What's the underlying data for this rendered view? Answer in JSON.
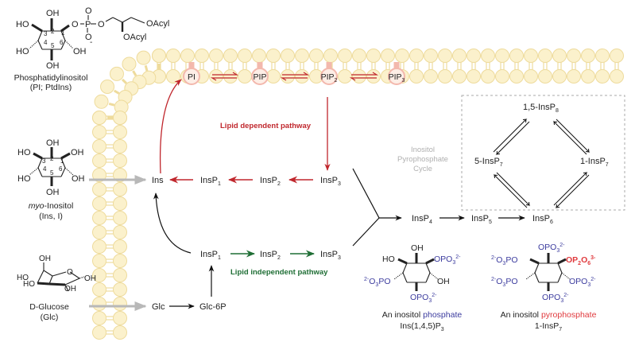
{
  "colors": {
    "membrane_fill": "#fbf1cc",
    "membrane_stroke": "#eedb9c",
    "lipid_dependent": "#c0272d",
    "lipid_independent": "#1f6e35",
    "phosphate_blue": "#3b3b9e",
    "pyrophosphate_red": "#e03a3e",
    "cycle_label_gray": "#b0b0b0",
    "cycle_box_border": "#aaaaaa",
    "transport_arrow_gray": "#b8b8b8",
    "text": "#222222",
    "pip_highlight": "#f3b8ad"
  },
  "structures": {
    "phosphatidylinositol": {
      "name": "Phosphatidylinositol",
      "abbr": "(PI; PtdIns)",
      "substituents": {
        "oh_top": "OH",
        "ho_left": "HO",
        "ho_left_low": "HO",
        "oh_right": "OH",
        "oh_bottom": "OH",
        "phosphate_o1": "O",
        "phosphate_p": "P",
        "phosphate_o_top": "O",
        "phosphate_o_bottom": "O",
        "phosphate_charge": "-",
        "phosphate_o2": "O",
        "acyl1": "OAcyl",
        "acyl2": "OAcyl"
      },
      "ring_numbers": [
        "1",
        "2",
        "3",
        "4",
        "5",
        "6"
      ]
    },
    "myo_inositol": {
      "name_italic": "myo",
      "name_rest": "-Inositol",
      "abbr": "(Ins, I)",
      "substituents": {
        "oh_top": "OH",
        "ho_left": "HO",
        "oh_right": "OH",
        "ho_left_low": "HO",
        "oh_right_low": "OH",
        "oh_bottom": "OH"
      },
      "ring_numbers": [
        "1",
        "2",
        "3",
        "4",
        "5",
        "6"
      ]
    },
    "glucose": {
      "name": "D-Glucose",
      "abbr": "(Glc)",
      "substituents": {
        "oh_top": "OH",
        "ring_o": "O",
        "ho1": "HO",
        "ho2": "HO",
        "oh_right": "OH",
        "oh_bottom": "OH"
      }
    },
    "ins145p3": {
      "caption_prefix": "An inositol ",
      "caption_highlight": "phosphate",
      "name": "Ins(1,4,5)P",
      "name_sub": "3",
      "substituents": {
        "oh_top": "OH",
        "ho_left": "HO",
        "opo3_right": "OPO",
        "opo3_left": "O",
        "oh_right_low": "OH",
        "opo3_bottom": "OPO"
      }
    },
    "insp7_1": {
      "caption_prefix": "An inositol ",
      "caption_highlight": "pyrophosphate",
      "name": "1-InsP",
      "name_sub": "7",
      "pyro_group": "OP",
      "pyro_sub1": "2",
      "pyro_o": "O",
      "pyro_sub2": "6",
      "pyro_charge": "3-"
    }
  },
  "membrane_lipids": [
    {
      "base": "PI",
      "sub": ""
    },
    {
      "base": "PIP",
      "sub": ""
    },
    {
      "base": "PIP",
      "sub": "2"
    },
    {
      "base": "PIP",
      "sub": "3"
    }
  ],
  "pathways": {
    "lipid_dependent_label": "Lipid dependent pathway",
    "lipid_independent_label": "Lipid independent pathway",
    "upper_row": [
      {
        "base": "Ins",
        "sub": ""
      },
      {
        "base": "InsP",
        "sub": "1"
      },
      {
        "base": "InsP",
        "sub": "2"
      },
      {
        "base": "InsP",
        "sub": "3"
      }
    ],
    "lower_row": [
      {
        "base": "InsP",
        "sub": "1"
      },
      {
        "base": "InsP",
        "sub": "2"
      },
      {
        "base": "InsP",
        "sub": "3"
      }
    ],
    "glc": "Glc",
    "glc6p": "Glc-6P",
    "main_row": [
      {
        "base": "InsP",
        "sub": "4"
      },
      {
        "base": "InsP",
        "sub": "5"
      },
      {
        "base": "InsP",
        "sub": "6"
      }
    ]
  },
  "cycle": {
    "label_lines": [
      "Inositol",
      "Pyrophosphate",
      "Cycle"
    ],
    "top": {
      "base": "1,5-InsP",
      "sub": "8"
    },
    "left": {
      "base": "5-InsP",
      "sub": "7"
    },
    "right": {
      "base": "1-InsP",
      "sub": "7"
    }
  },
  "charges": {
    "dianion": "2-",
    "sub3": "3"
  }
}
